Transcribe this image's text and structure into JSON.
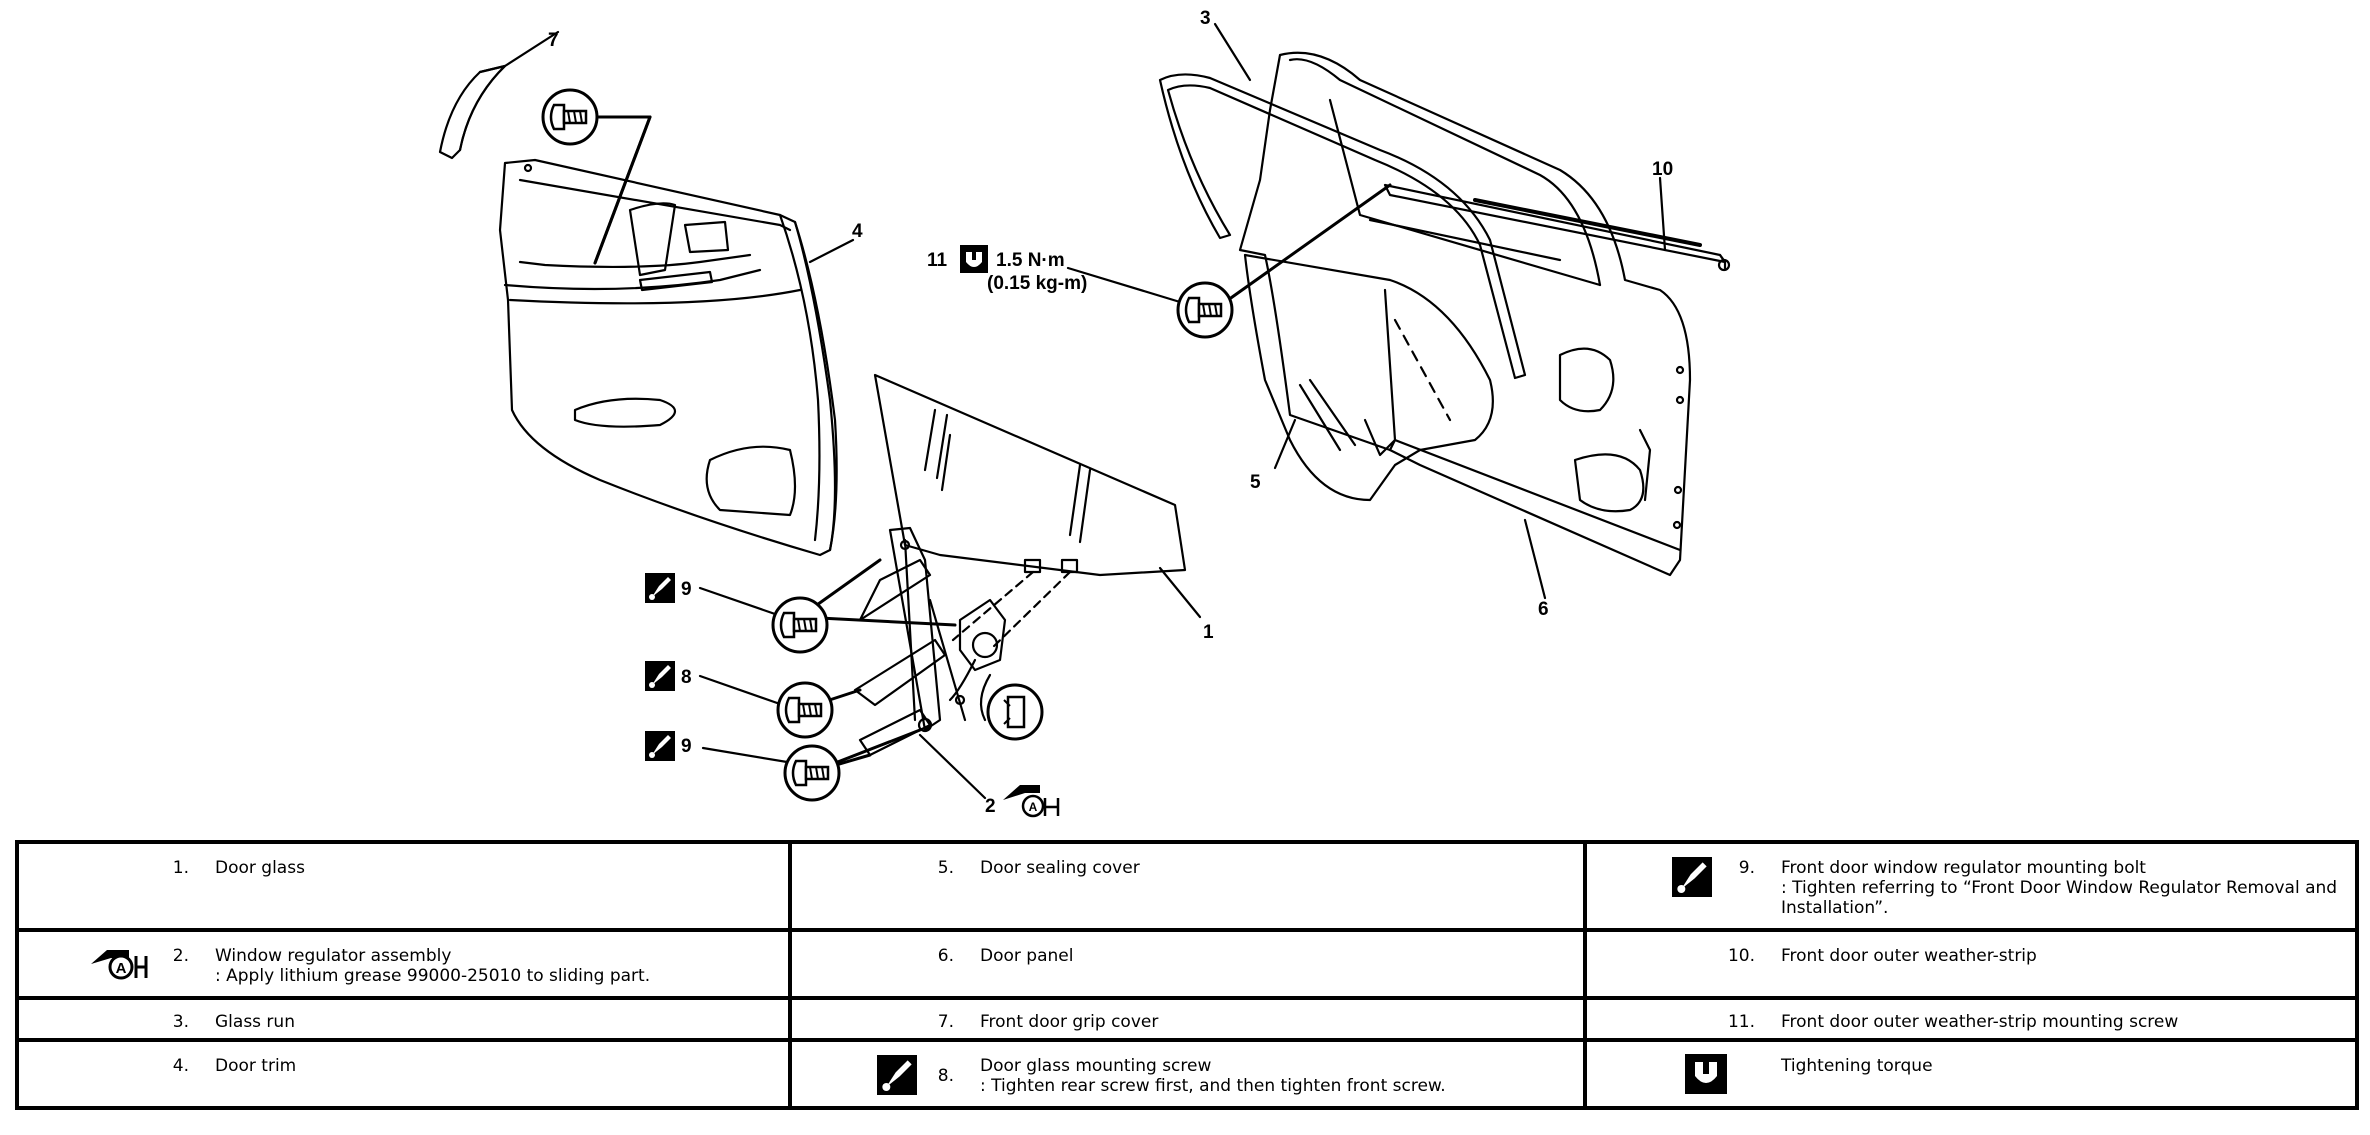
{
  "callouts": {
    "c1": "1",
    "c2": "2",
    "c3": "3",
    "c4": "4",
    "c5": "5",
    "c6": "6",
    "c7": "7",
    "c8": "8",
    "c9a": "9",
    "c9b": "9",
    "c10": "10",
    "c11": "11"
  },
  "torque": {
    "nm": "1.5 N·m",
    "kgm": "(0.15 kg-m)"
  },
  "legend": {
    "rows": [
      [
        {
          "num": "1.",
          "text": "Door glass",
          "note": "",
          "icon": ""
        },
        {
          "num": "5.",
          "text": "Door sealing cover",
          "note": "",
          "icon": ""
        },
        {
          "num": "9.",
          "text": "Front door window regulator mounting bolt",
          "note": ": Tighten referring to “Front Door Window Regulator Removal and Installation”.",
          "icon": "tighten-icon"
        }
      ],
      [
        {
          "num": "2.",
          "text": "Window regulator assembly",
          "note": ": Apply lithium grease 99000-25010 to sliding part.",
          "icon": "grease-a-icon"
        },
        {
          "num": "6.",
          "text": "Door panel",
          "note": "",
          "icon": ""
        },
        {
          "num": "10.",
          "text": "Front door outer weather-strip",
          "note": "",
          "icon": ""
        }
      ],
      [
        {
          "num": "3.",
          "text": "Glass run",
          "note": "",
          "icon": ""
        },
        {
          "num": "7.",
          "text": "Front door grip cover",
          "note": "",
          "icon": ""
        },
        {
          "num": "11.",
          "text": "Front door outer weather-strip mounting screw",
          "note": "",
          "icon": ""
        }
      ],
      [
        {
          "num": "4.",
          "text": "Door trim",
          "note": "",
          "icon": ""
        },
        {
          "num": "8.",
          "text": "Door glass mounting screw",
          "note": ": Tighten rear screw first, and then tighten front screw.",
          "icon": "tighten-icon"
        },
        {
          "num": ":",
          "text": "Tightening torque",
          "note": "",
          "icon": "torque-icon"
        }
      ]
    ]
  }
}
